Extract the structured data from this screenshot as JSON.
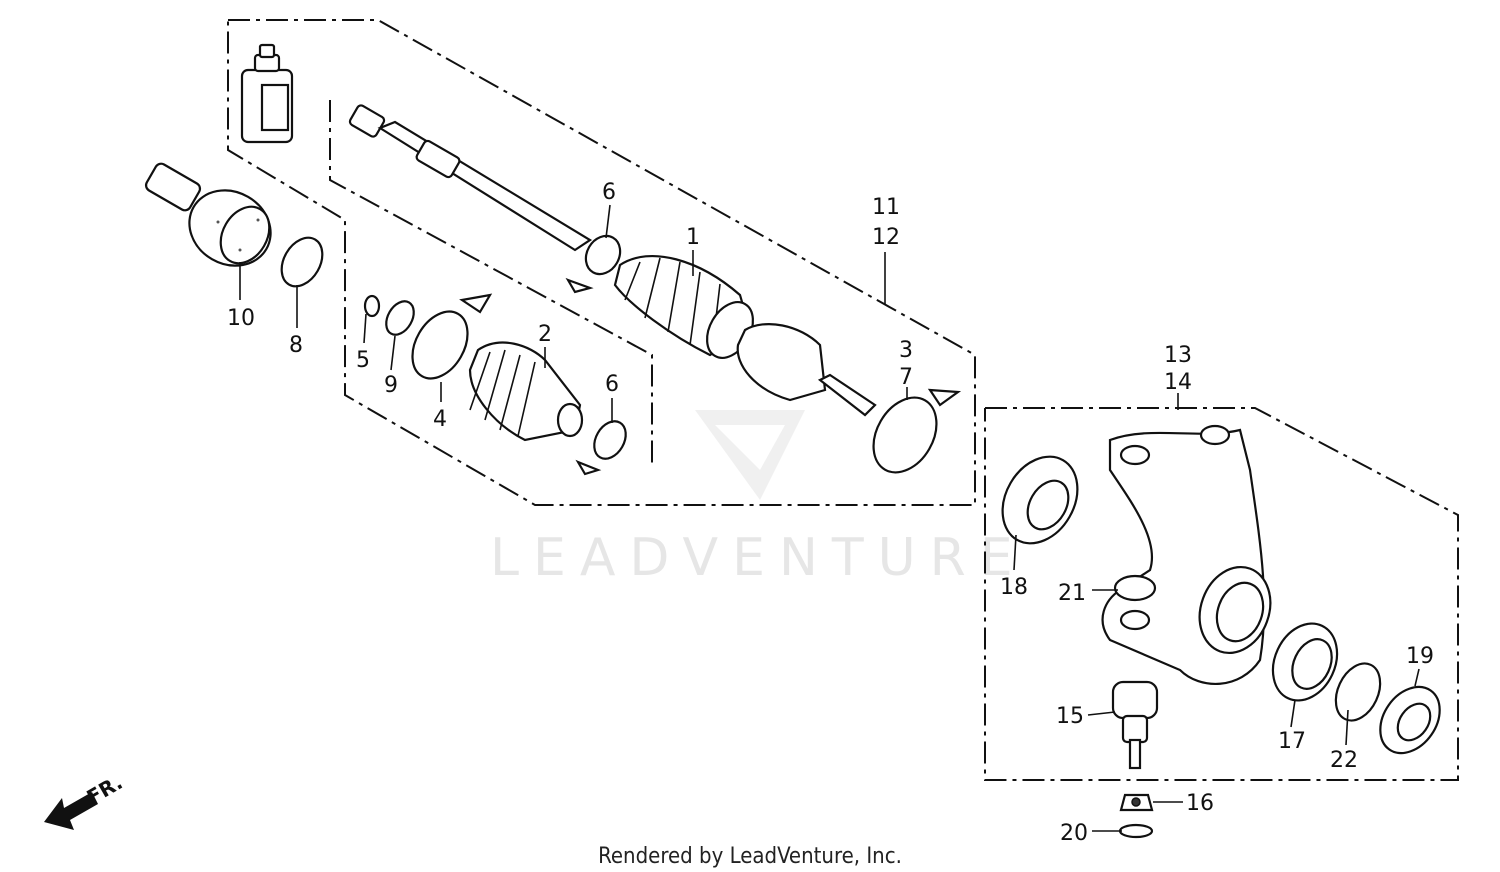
{
  "callouts": {
    "c1": "1",
    "c2": "2",
    "c3": "3",
    "c4": "4",
    "c5": "5",
    "c6a": "6",
    "c6b": "6",
    "c7": "7",
    "c8": "8",
    "c9": "9",
    "c10": "10",
    "c11": "11",
    "c12": "12",
    "c13": "13",
    "c14": "14",
    "c15": "15",
    "c16": "16",
    "c17": "17",
    "c18": "18",
    "c19": "19",
    "c20": "20",
    "c21": "21",
    "c22": "22"
  },
  "direction_arrow": {
    "label": "FR."
  },
  "watermark": {
    "text": "LEADVENTURE"
  },
  "credit": {
    "text": "Rendered by LeadVenture, Inc."
  },
  "colors": {
    "ink": "#111111",
    "watermark": "#e6e6e6"
  }
}
